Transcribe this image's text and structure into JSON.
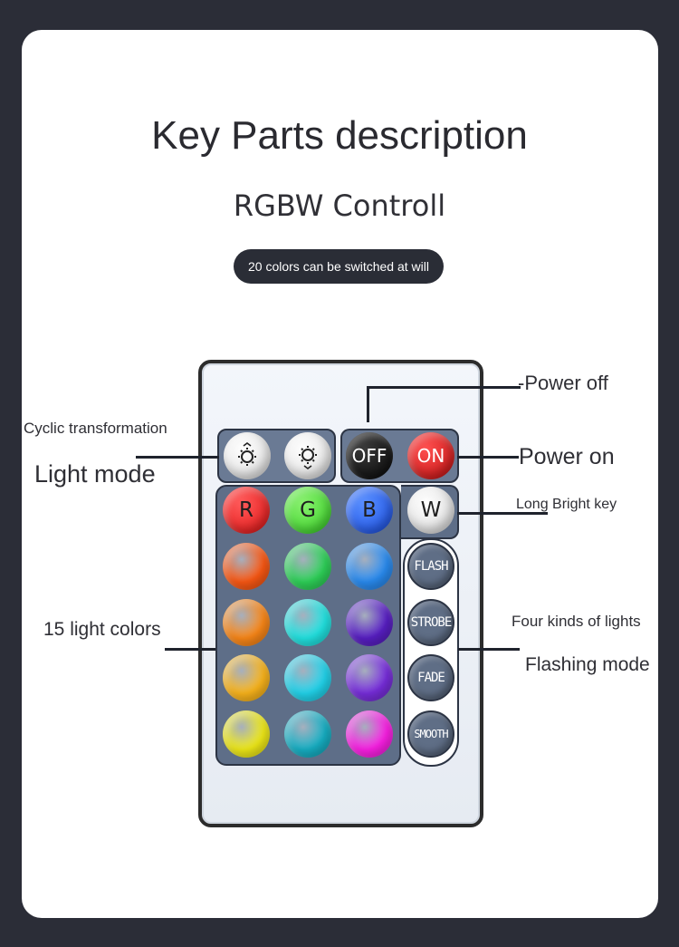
{
  "heading": {
    "title": "Key Parts description",
    "subtitle": "RGBW Controll",
    "pill": "20 colors can be switched at will"
  },
  "remote": {
    "top_buttons": [
      {
        "name": "brightness-up",
        "icon": "sun-up-icon",
        "color": "#eeeeee"
      },
      {
        "name": "brightness-down",
        "icon": "sun-down-icon",
        "color": "#eeeeee"
      },
      {
        "name": "off",
        "label": "OFF",
        "color": "#111111"
      },
      {
        "name": "on",
        "label": "ON",
        "color": "#e01818"
      }
    ],
    "rgb_buttons": [
      {
        "label": "R",
        "color": "#f01818"
      },
      {
        "label": "G",
        "color": "#3ddc2a"
      },
      {
        "label": "B",
        "color": "#1e5cf0"
      }
    ],
    "w_button": {
      "label": "W",
      "color": "#f2f2f2"
    },
    "color_grid": [
      "#ff5a14",
      "#2fd65a",
      "#2a8ef5",
      "#ff8a18",
      "#22e8e6",
      "#5a1fc8",
      "#ffb81c",
      "#22d8f0",
      "#7a2ee0",
      "#f4ee18",
      "#17b3c8",
      "#ff20e8"
    ],
    "modes": [
      "FLASH",
      "STROBE",
      "FADE",
      "SMOOTH"
    ]
  },
  "labels": {
    "power_off": "-Power off",
    "power_on": "Power on",
    "cyclic": "Cyclic transformation",
    "light_mode": "Light mode",
    "long_bright": "Long Bright key",
    "fifteen": "15 light colors",
    "four_kinds": "Four kinds of lights",
    "flashing": "Flashing mode"
  }
}
